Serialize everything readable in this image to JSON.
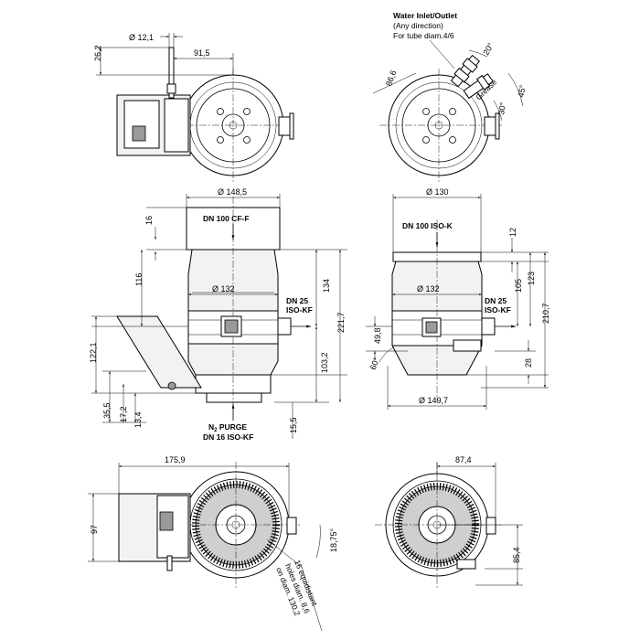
{
  "views": {
    "top_left": {
      "dims": {
        "d_tube": "Ø 12,1",
        "offset": "91,5",
        "height": "26,2"
      }
    },
    "top_right": {
      "water_label": [
        "Water Inlet/Outlet",
        "(Any direction)",
        "For tube diam.4/6"
      ],
      "grease_label": "Grease",
      "dims": {
        "radius": "86,6",
        "angle_20": "20°",
        "angle_45": "45°",
        "angle_30": "30°"
      }
    },
    "mid_left": {
      "flange_label": "DN 100 CF-F",
      "port_label": [
        "DN 25",
        "ISO-KF"
      ],
      "purge_label": [
        "N",
        "2",
        " PURGE"
      ],
      "purge_flange": "DN 16 ISO-KF",
      "dims": {
        "d_flange": "Ø 148,5",
        "d_body": "Ø 132",
        "h16": "16",
        "h116": "116",
        "h134": "134",
        "h221": "221,7",
        "h103": "103,2",
        "h122": "122,1",
        "h35": "35,5",
        "h17": "17,2",
        "h13": "13,4",
        "h15": "15,5"
      }
    },
    "mid_right": {
      "flange_label": "DN 100 ISO-K",
      "port_label": [
        "DN 25",
        "ISO-KF"
      ],
      "dims": {
        "d_flange": "Ø 130",
        "d_body": "Ø 132",
        "d_base": "Ø 149,7",
        "h12": "12",
        "h105": "105",
        "h123": "123",
        "h210": "210,7",
        "h49": "49,8",
        "h28": "28",
        "angle_60": "60°"
      }
    },
    "bottom_left": {
      "dims": {
        "w175": "175,9",
        "h97": "97",
        "a18": "18,75°"
      },
      "holes_note": [
        "16 equidistant",
        "holes diam. 8,6",
        "on diam. 130,2"
      ]
    },
    "bottom_right": {
      "dims": {
        "w87": "87,4",
        "h85": "85,4"
      }
    }
  }
}
